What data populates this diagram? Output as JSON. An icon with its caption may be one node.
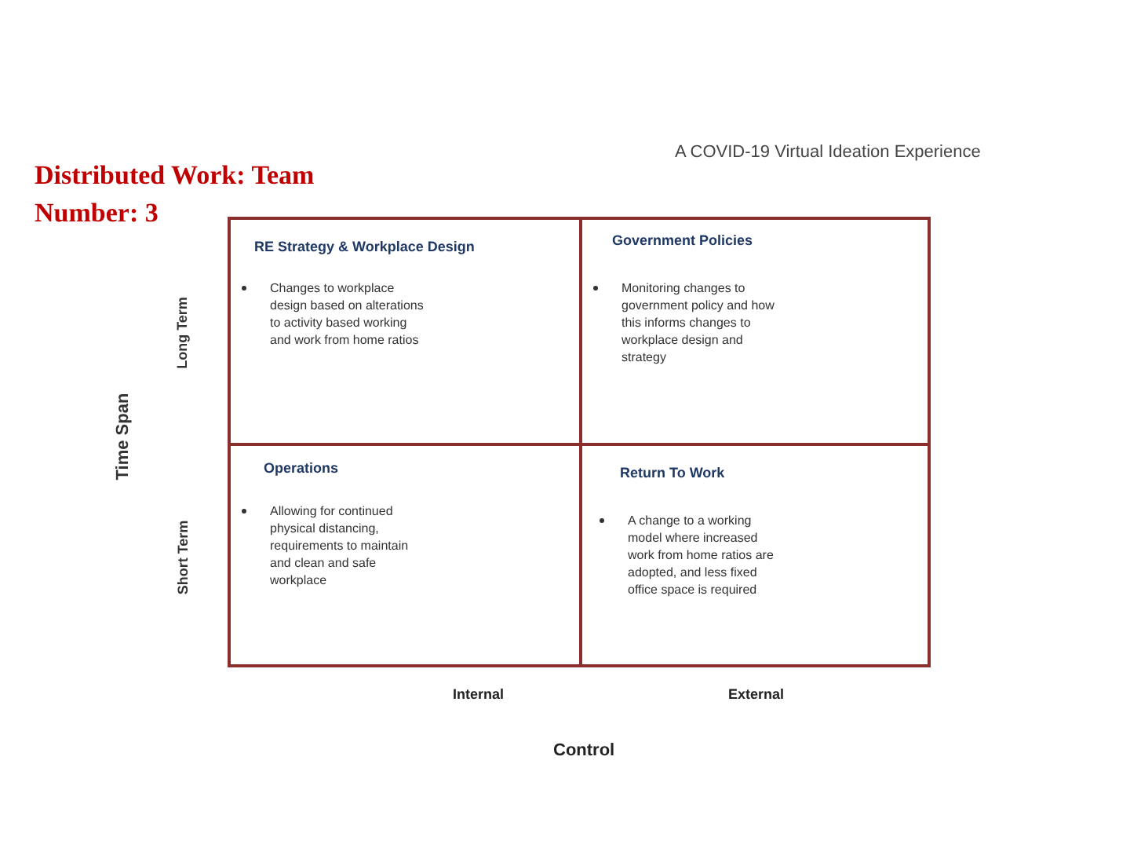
{
  "diagram": {
    "title": "Distributed Work: Team Number: 3",
    "nodes": [
      {
        "text": [
          "RE Strategy & Workplace Design",
          "Changes to workplace design based on alterations to activity based working and work from home ratios"
        ]
      },
      {
        "text": [
          "Government Policies",
          "Monitoring changes to government policy and how this informs changes to workplace design and strategy"
        ]
      },
      {
        "text": [
          "Operations",
          "Allowing for continued physical distancing, requirements to maintain and clean and safe workplace"
        ]
      },
      {
        "text": [
          "Return To Work",
          "A change to a working model where increased work from home ratios are adopted, and less fixed office space is required"
        ]
      }
    ],
    "edges": [],
    "labels": [
      "A COVID-19 Virtual Ideation Experience",
      "Long Term",
      "Time Span",
      "Short Term",
      "Internal",
      "External",
      "Control"
    ]
  }
}
